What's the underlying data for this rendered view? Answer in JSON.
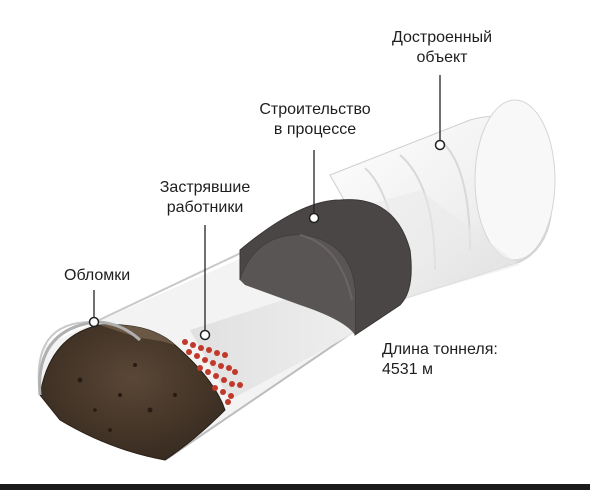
{
  "labels": {
    "completed": [
      "Достроенный",
      "объект"
    ],
    "construction": [
      "Строительство",
      "в процессе"
    ],
    "workers": [
      "Застрявшие",
      "работники"
    ],
    "debris": "Обломки",
    "length_label": "Длина тоннеля:",
    "length_value": "4531 м"
  },
  "colors": {
    "tunnel_shell": "#f2f2f2",
    "tunnel_inner": "#e2e2e2",
    "rubble": "#4a3a2c",
    "construction_zone": "#4a4646",
    "workers": "#c0392b",
    "leader_line": "#222222"
  }
}
